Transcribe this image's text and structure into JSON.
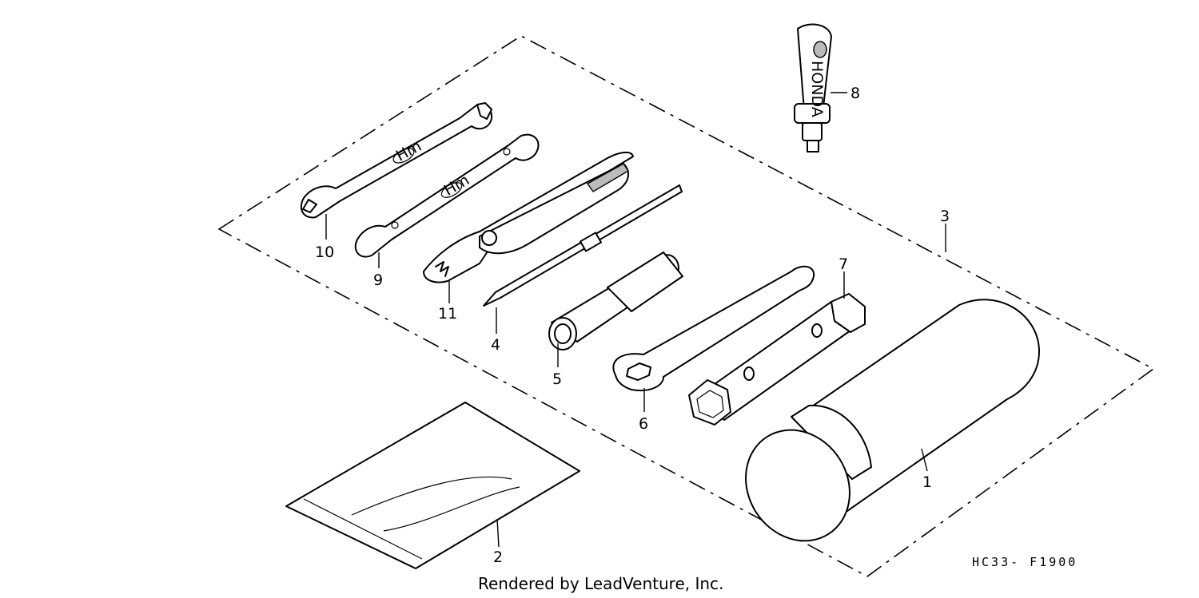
{
  "callouts": [
    "1",
    "2",
    "3",
    "4",
    "5",
    "6",
    "7",
    "8",
    "9",
    "10",
    "11"
  ],
  "diagram_code": "HC33- F1900",
  "credit": "Rendered by LeadVenture, Inc.",
  "brand_mark": "HONDA",
  "wrench_mark": "Hm"
}
